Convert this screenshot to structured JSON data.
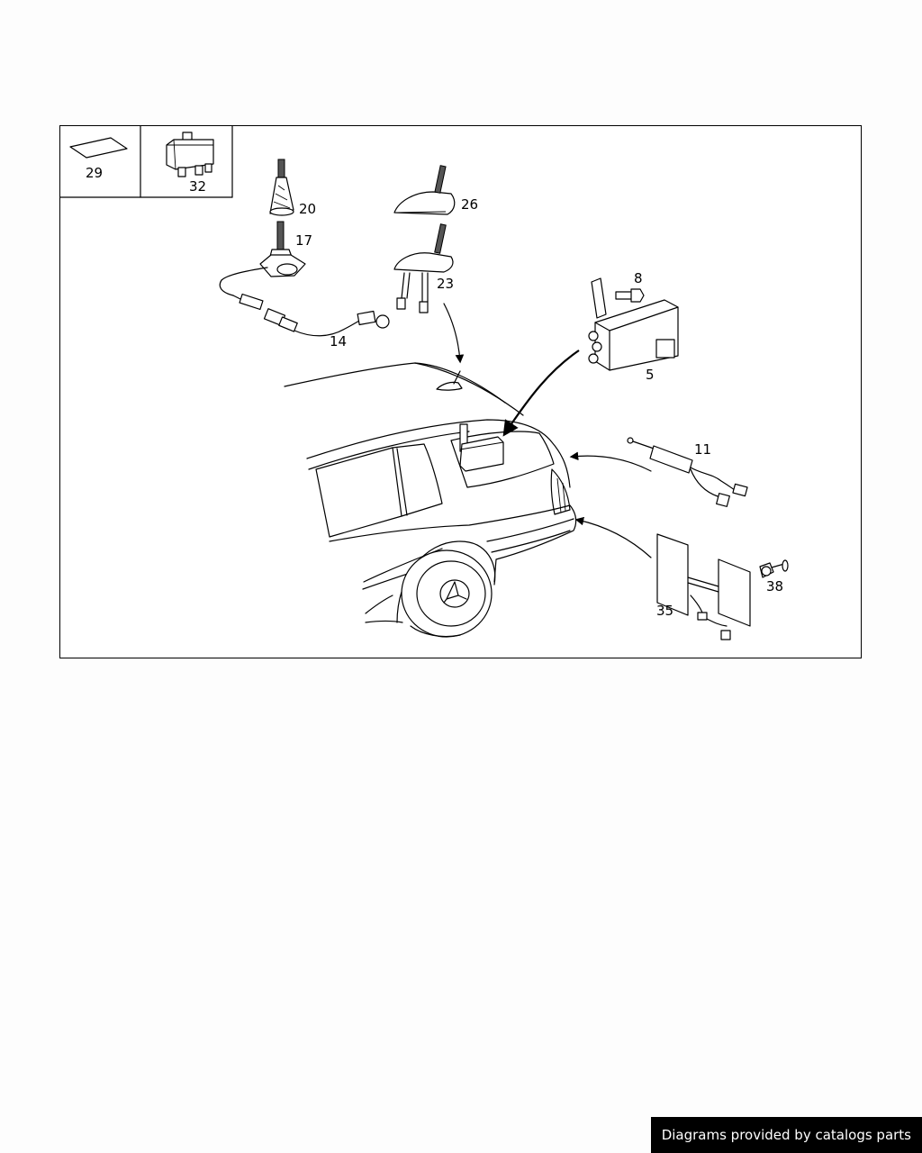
{
  "diagram": {
    "part_labels": {
      "p29": "29",
      "p32": "32",
      "p20": "20",
      "p17": "17",
      "p26": "26",
      "p23": "23",
      "p14": "14",
      "p8": "8",
      "p5": "5",
      "p11": "11",
      "p35": "35",
      "p38": "38"
    }
  },
  "footer": {
    "credit": "Diagrams provided by catalogs parts"
  }
}
